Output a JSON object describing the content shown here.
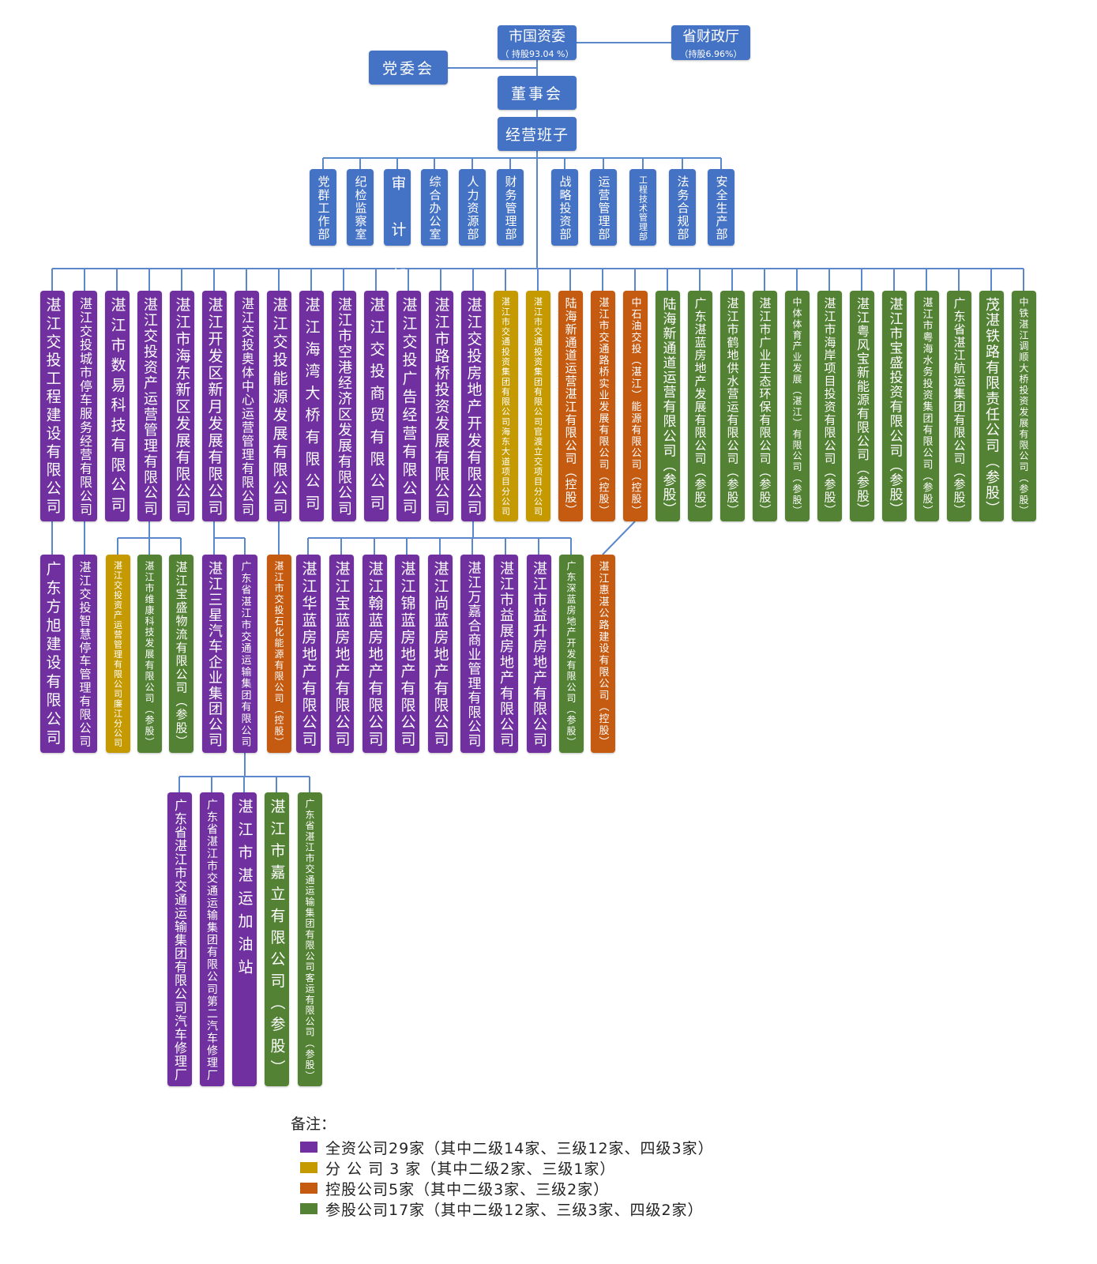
{
  "colors": {
    "fullyOwned": "#7030a0",
    "branch": "#c59a00",
    "holding": "#c55a11",
    "participating": "#548235",
    "admin": "#4472c4",
    "line": "#5b87cc"
  },
  "top": {
    "sasac": {
      "name": "市国资委",
      "share": "（ 持股93.04 %）"
    },
    "finance": {
      "name": "省财政厅",
      "share": "（持股6.96%）"
    },
    "party": {
      "name": "党委会"
    },
    "board": {
      "name": "董事会"
    },
    "management": {
      "name": "经营班子"
    }
  },
  "departments": [
    "党群工作部",
    "纪检监察室",
    "审 计 部",
    "综合办公室",
    "人力资源部",
    "财务管理部",
    "战略投资部",
    "运营管理部",
    "工程技术管理部",
    "法务合规部",
    "安全生产部"
  ],
  "level2": [
    {
      "name": "湛江交投工程建设有限公司",
      "type": "fullyOwned"
    },
    {
      "name": "湛江交投城市停车服务经营有限公司",
      "type": "fullyOwned"
    },
    {
      "name": "湛江市数易科技有限公司",
      "type": "fullyOwned"
    },
    {
      "name": "湛江交投资产运营管理有限公司",
      "type": "fullyOwned"
    },
    {
      "name": "湛江市海东新区发展有限公司",
      "type": "fullyOwned"
    },
    {
      "name": "湛江开发区新月发展有限公司",
      "type": "fullyOwned"
    },
    {
      "name": "湛江交投奥体中心运营管理有限公司",
      "type": "fullyOwned"
    },
    {
      "name": "湛江交投能源发展有限公司",
      "type": "fullyOwned"
    },
    {
      "name": "湛江海湾大桥有限公司",
      "type": "fullyOwned"
    },
    {
      "name": "湛江市空港经济区发展有限公司",
      "type": "fullyOwned"
    },
    {
      "name": "湛江交投商贸有限公司",
      "type": "fullyOwned"
    },
    {
      "name": "湛江交投广告经营有限公司",
      "type": "fullyOwned"
    },
    {
      "name": "湛江市路桥投资发展有限公司",
      "type": "fullyOwned"
    },
    {
      "name": "湛江交投房地产开发有限公司",
      "type": "fullyOwned"
    },
    {
      "name": "湛江市交通投资集团有限公司海东大道项目分公司",
      "type": "branch"
    },
    {
      "name": "湛江市交通投资集团有限公司官渡立交项目分公司",
      "type": "branch"
    },
    {
      "name": "陆海新通道运营湛江有限公司（控股）",
      "type": "holding"
    },
    {
      "name": "湛江市交通路桥实业发展有限公司（控股）",
      "type": "holding"
    },
    {
      "name": "中石油交投（湛江）能源有限公司（控股）",
      "type": "holding"
    },
    {
      "name": "陆海新通道运营有限公司（参股）",
      "type": "participating"
    },
    {
      "name": "广东湛蓝房地产发展有限公司（参股）",
      "type": "participating"
    },
    {
      "name": "湛江市鹤地供水营运有限公司（参股）",
      "type": "participating"
    },
    {
      "name": "湛江市广业生态环保有限公司（参股）",
      "type": "participating"
    },
    {
      "name": "中体体育产业发展（湛江）有限公司（参股）",
      "type": "participating"
    },
    {
      "name": "湛江市海岸项目投资有限公司（参股）",
      "type": "participating"
    },
    {
      "name": "湛江粤风宝新能源有限公司（参股）",
      "type": "participating"
    },
    {
      "name": "湛江市宝盛投资有限公司（参股）",
      "type": "participating"
    },
    {
      "name": "湛江市粤海水务投资集团有限公司（参股）",
      "type": "participating"
    },
    {
      "name": "广东省湛江航运集团有限公司（参股）",
      "type": "participating"
    },
    {
      "name": "茂湛铁路有限责任公司（参股）",
      "type": "participating"
    },
    {
      "name": "中铁湛江调顺大桥投资发展有限公司（参股）",
      "type": "participating"
    }
  ],
  "level3": [
    {
      "name": "广东方旭建设有限公司",
      "type": "fullyOwned"
    },
    {
      "name": "湛江交投智慧停车管理有限公司",
      "type": "fullyOwned"
    },
    {
      "name": "湛江交投资产运营管理有限公司廉江分公司",
      "type": "branch"
    },
    {
      "name": "湛江市维康科技发展有限公司（参股）",
      "type": "participating"
    },
    {
      "name": "湛江宝盛物流有限公司（参股）",
      "type": "participating"
    },
    {
      "name": "湛江三星汽车企业集团公司",
      "type": "fullyOwned"
    },
    {
      "name": "广东省湛江市交通运输集团有限公司",
      "type": "fullyOwned"
    },
    {
      "name": "湛江市交投石化能源有限公司（控股）",
      "type": "holding"
    },
    {
      "name": "湛江华蓝房地产有限公司",
      "type": "fullyOwned"
    },
    {
      "name": "湛江宝蓝房地产有限公司",
      "type": "fullyOwned"
    },
    {
      "name": "湛江翰蓝房地产有限公司",
      "type": "fullyOwned"
    },
    {
      "name": "湛江锦蓝房地产有限公司",
      "type": "fullyOwned"
    },
    {
      "name": "湛江尚蓝房地产有限公司",
      "type": "fullyOwned"
    },
    {
      "name": "湛江万嘉合商业管理有限公司",
      "type": "fullyOwned"
    },
    {
      "name": "湛江市益展房地产有限公司",
      "type": "fullyOwned"
    },
    {
      "name": "湛江市益升房地产有限公司",
      "type": "fullyOwned"
    },
    {
      "name": "广东深蓝房地产开发有限公司（参股）",
      "type": "participating"
    },
    {
      "name": "湛江惠湛公路建设有限公司（控股）",
      "type": "holding"
    }
  ],
  "level4": [
    {
      "name": "广东省湛江市交通运输集团有限公司汽车修理厂",
      "type": "fullyOwned"
    },
    {
      "name": "广东省湛江市交通运输集团有限公司第二汽车修理厂",
      "type": "fullyOwned"
    },
    {
      "name": "湛江市湛运加油站",
      "type": "fullyOwned"
    },
    {
      "name": "湛江市嘉立有限公司（参股）",
      "type": "participating"
    },
    {
      "name": "广东省湛江市交通运输集团有限公司客运有限公司（参股）",
      "type": "participating"
    }
  ],
  "legend": {
    "title": "备注：",
    "items": [
      {
        "type": "fullyOwned",
        "text": "全资公司29家（其中二级14家、三级12家、四级3家）"
      },
      {
        "type": "branch",
        "text": "分 公 司 3 家（其中二级2家、三级1家）"
      },
      {
        "type": "holding",
        "text": "控股公司5家（其中二级3家、三级2家）"
      },
      {
        "type": "participating",
        "text": "参股公司17家（其中二级12家、三级3家、四级2家）"
      }
    ]
  }
}
